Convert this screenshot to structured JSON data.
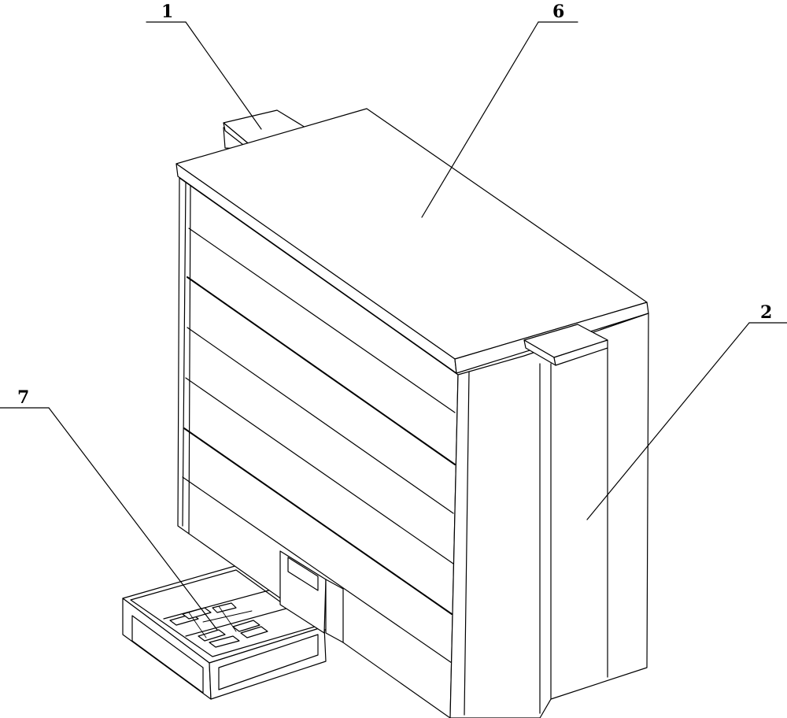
{
  "labels": [
    {
      "text": "1"
    },
    {
      "text": "6"
    },
    {
      "text": "2"
    },
    {
      "text": "7"
    }
  ],
  "colors": {
    "line": "#000000",
    "background": "#ffffff"
  }
}
